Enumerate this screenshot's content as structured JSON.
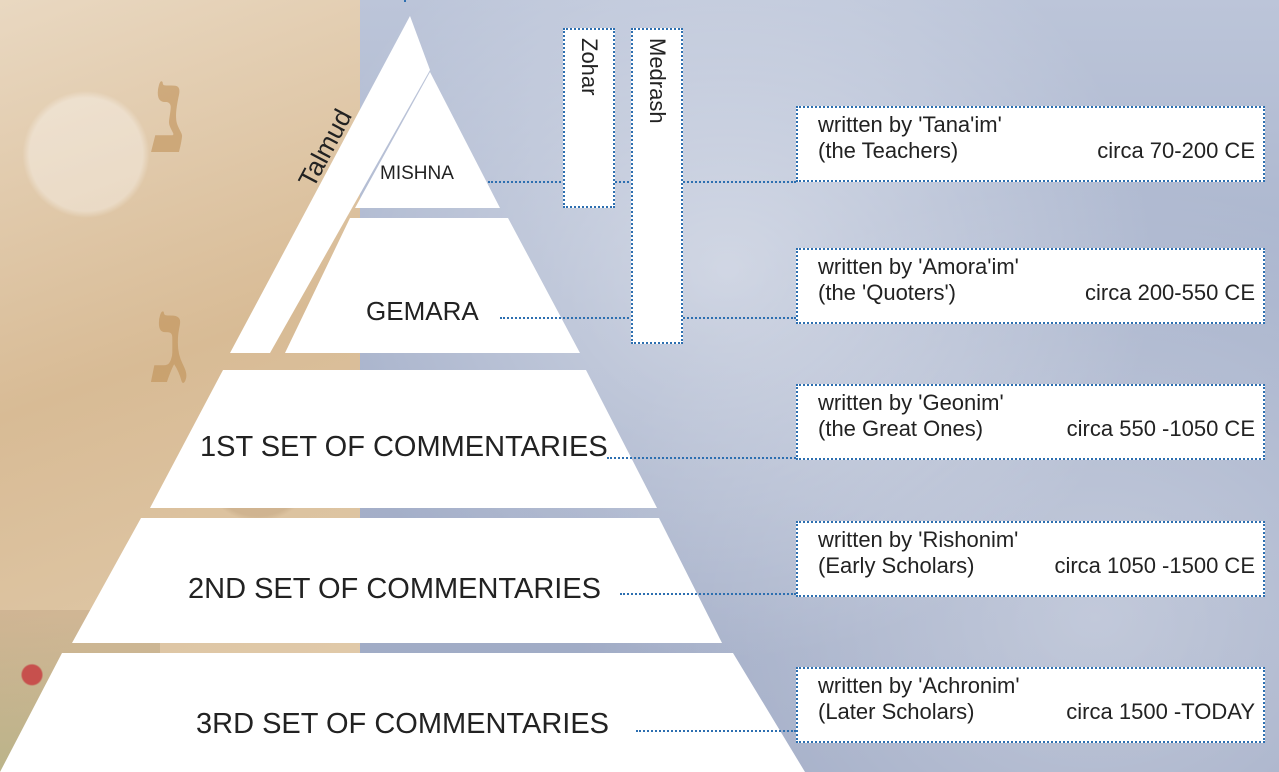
{
  "talmud_label": "Talmud",
  "columns": [
    {
      "id": "zohar",
      "label": "Zohar"
    },
    {
      "id": "medrash",
      "label": "Medrash"
    }
  ],
  "levels": [
    {
      "id": "mishna",
      "label": "MISHNA",
      "line1": "written by 'Tana'im'",
      "group": "(the Teachers)",
      "circa": "circa 70-200 CE"
    },
    {
      "id": "gemara",
      "label": "GEMARA",
      "line1": "written by 'Amora'im'",
      "group": "(the 'Quoters')",
      "circa": "circa  200-550 CE"
    },
    {
      "id": "first",
      "label": "1ST SET OF COMMENTARIES",
      "line1": "written by 'Geonim'",
      "group": "(the Great Ones)",
      "circa": "circa 550 -1050 CE"
    },
    {
      "id": "second",
      "label": "2ND SET OF COMMENTARIES",
      "line1": "written by 'Rishonim'",
      "group": "(Early Scholars)",
      "circa": "circa 1050 -1500 CE"
    },
    {
      "id": "third",
      "label": "3RD SET OF COMMENTARIES",
      "line1": "written by 'Achronim'",
      "group": "(Later Scholars)",
      "circa": "circa 1500 -TODAY"
    }
  ],
  "colors": {
    "dotted_line": "#2d6fb0",
    "tier_fill": "#ffffff"
  }
}
